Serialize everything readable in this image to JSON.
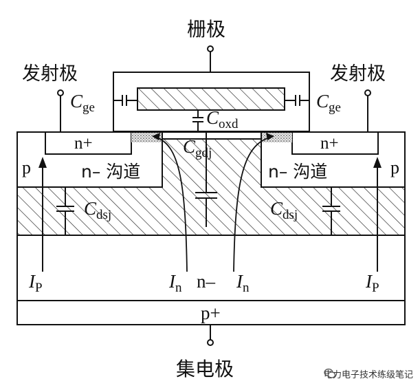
{
  "labels": {
    "gate": "栅极",
    "emitter_left": "发射极",
    "emitter_right": "发射极",
    "collector": "集电极",
    "cge_main": "C",
    "cge_sub": "ge",
    "coxd_main": "C",
    "coxd_sub": "oxd",
    "cgdj_main": "C",
    "cgdj_sub": "gdj",
    "cdsj_main": "C",
    "cdsj_sub": "dsj",
    "nplus": "n+",
    "n_channel": "n– 沟道",
    "p": "p",
    "in_main": "I",
    "in_sub": "n",
    "ip_main": "I",
    "ip_sub": "P",
    "n_minus": "n–",
    "pplus": "p+"
  },
  "watermark": {
    "text": "电力电子技术练级笔记",
    "icon": "wechat-icon"
  }
}
